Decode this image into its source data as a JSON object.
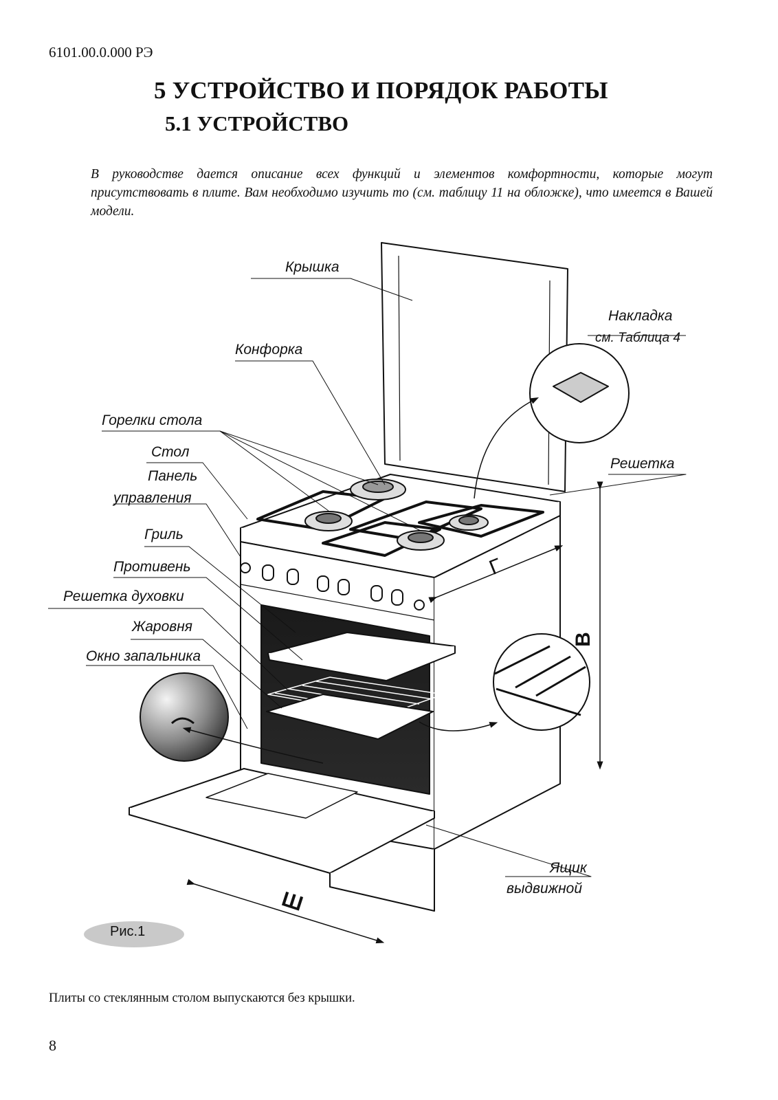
{
  "header": {
    "doc_number": "6101.00.0.000 РЭ"
  },
  "section": {
    "title": "5 УСТРОЙСТВО И ПОРЯДОК РАБОТЫ",
    "subtitle": "5.1 УСТРОЙСТВО"
  },
  "intro": "В руководстве дается описание всех функций и элементов комфортности, которые могут присутствовать в плите. Вам необходимо изучить то (см. таблицу 11 на обложке), что имеется в Вашей модели.",
  "figure": {
    "labels": {
      "lid": "Крышка",
      "cover": "Накладка",
      "cover_ref": "см. Таблица 4",
      "hotplate": "Конфорка",
      "burners": "Горелки стола",
      "table": "Стол",
      "panel_1": "Панель",
      "panel_2": "управления",
      "grate": "Решетка",
      "grill": "Гриль",
      "baking_tray": "Противень",
      "oven_rack": "Решетка духовки",
      "roasting_pan": "Жаровня",
      "igniter_window": "Окно запальника",
      "drawer_1": "Ящик",
      "drawer_2": "выдвижной",
      "dim_depth": "Г",
      "dim_height": "В",
      "dim_width": "Ш"
    },
    "caption": "Рис.1"
  },
  "footnote": "Плиты со стеклянным столом выпускаются без крышки.",
  "page_number": "8"
}
